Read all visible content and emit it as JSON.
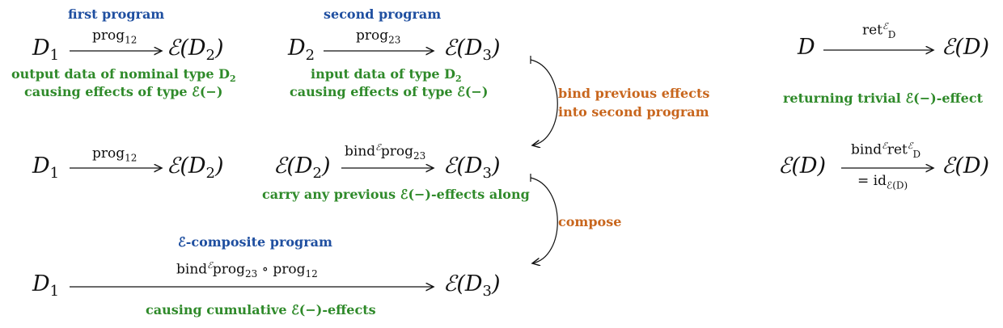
{
  "colors": {
    "blue": "#1f4fa0",
    "green": "#2f8a2a",
    "orange": "#c8661d"
  },
  "row1": {
    "title1": "first program",
    "title2": "second program",
    "D1": "D",
    "D1_sub": "1",
    "ED2": "ℰ(D",
    "ED2_sub": "2",
    "ED2_close": ")",
    "prog12": "prog",
    "prog12_sub": "12",
    "D2": "D",
    "D2_sub": "2",
    "ED3": "ℰ(D",
    "ED3_sub": "3",
    "ED3_close": ")",
    "prog23": "prog",
    "prog23_sub": "23",
    "note1_line1": "output data of nominal type D",
    "note1_line1_sub": "2",
    "note1_line2": "causing effects of type ℰ(−)",
    "note2_line1": "input data of type D",
    "note2_line1_sub": "2",
    "note2_line2": "causing effects of type ℰ(−)"
  },
  "bind_note": {
    "line1": "bind previous effects",
    "line2": "into second program"
  },
  "row2": {
    "D1": "D",
    "D1_sub": "1",
    "ED2": "ℰ(D",
    "ED2_sub": "2",
    "ED2_close": ")",
    "prog12": "prog",
    "prog12_sub": "12",
    "src": "ℰ(D",
    "src_sub": "2",
    "src_close": ")",
    "bind_label": "bind",
    "bind_sup": "ℰ",
    "bind_prog": "prog",
    "bind_prog_sub": "23",
    "ED3": "ℰ(D",
    "ED3_sub": "3",
    "ED3_close": ")",
    "carry_note": "carry any previous ℰ(−)-effects along"
  },
  "compose_note": "compose",
  "row3": {
    "title": "ℰ-composite program",
    "D1": "D",
    "D1_sub": "1",
    "label_bind": "bind",
    "label_sup": "ℰ",
    "label_prog23": "prog",
    "label_prog23_sub": "23",
    "label_circ": " ∘ ",
    "label_prog12": "prog",
    "label_prog12_sub": "12",
    "ED3": "ℰ(D",
    "ED3_sub": "3",
    "ED3_close": ")",
    "cumulative_note": "causing cumulative ℰ(−)-effects"
  },
  "right": {
    "D": "D",
    "ret": "ret",
    "ret_sup": "ℰ",
    "ret_sub": "D",
    "ED": "ℰ(D)",
    "ret_note": "returning trivial ℰ(−)-effect",
    "ED_src": "ℰ(D)",
    "br_bind": "bind",
    "br_bind_sup": "ℰ",
    "br_ret": "ret",
    "br_ret_sup": "ℰ",
    "br_ret_sub": "D",
    "br_id": "= id",
    "br_id_sub": "ℰ(D)",
    "ED_tgt": "ℰ(D)"
  }
}
